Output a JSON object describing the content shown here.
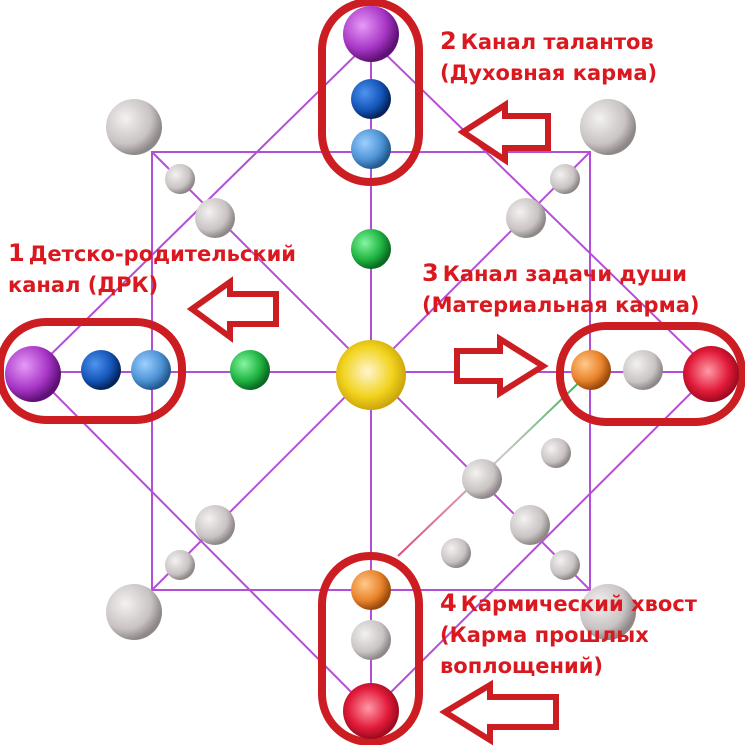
{
  "channels": [
    {
      "num": "1",
      "title": "Детско-родительский",
      "title2": "канал (ДРК)"
    },
    {
      "num": "2",
      "title": "Канал талантов",
      "title2": "(Духовная карма)"
    },
    {
      "num": "3",
      "title": "Канал задачи души",
      "title2": "(Материальная карма)"
    },
    {
      "num": "4",
      "title": "Кармический хвост",
      "title2": "(Карма прошлых",
      "title3": "воплощений)"
    }
  ],
  "colors": {
    "frame": "#cc1d22",
    "grid_lines": "#b34fd6",
    "sphere_violet": "#a736c6",
    "sphere_blue": "#1456b8",
    "sphere_lightblue": "#4e93d6",
    "sphere_green": "#1fb441",
    "sphere_yellow": "#f1d31d",
    "sphere_orange": "#e8832a",
    "sphere_red": "#e21b3a",
    "sphere_gray": "#c9c3c3"
  }
}
